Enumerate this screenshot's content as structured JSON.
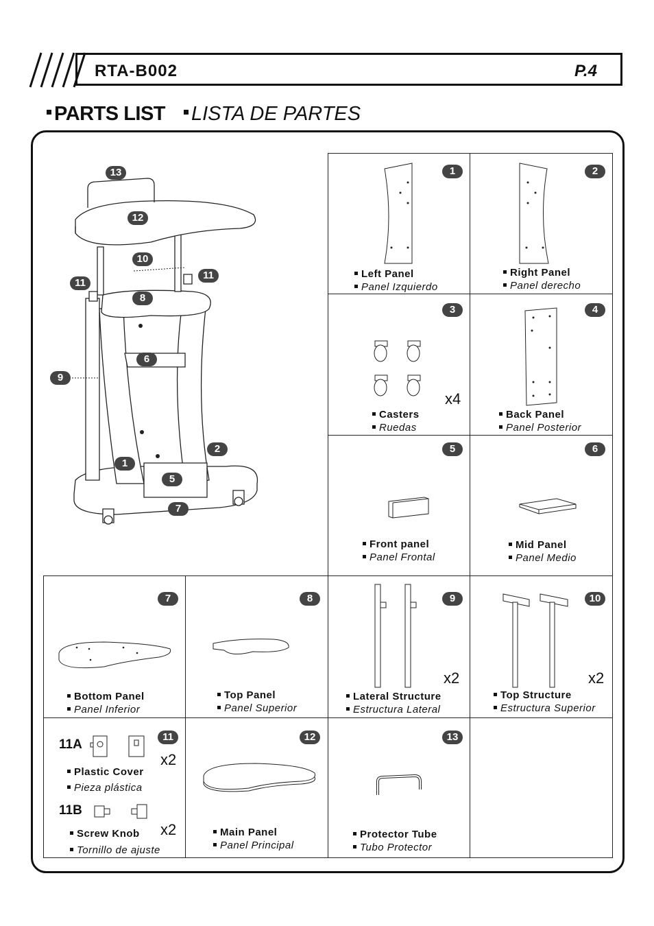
{
  "header": {
    "model": "RTA-B002",
    "page": "P.4"
  },
  "titles": {
    "en": "PARTS LIST",
    "es": "LISTA DE PARTES"
  },
  "assembly": {
    "callouts": [
      "13",
      "12",
      "10",
      "11",
      "11",
      "8",
      "6",
      "9",
      "2",
      "1",
      "5",
      "7"
    ]
  },
  "parts": [
    {
      "num": "1",
      "en": "Left Panel",
      "es": "Panel Izquierdo"
    },
    {
      "num": "2",
      "en": "Right Panel",
      "es": "Panel derecho"
    },
    {
      "num": "3",
      "en": "Casters",
      "es": "Ruedas",
      "qty": "x4"
    },
    {
      "num": "4",
      "en": "Back Panel",
      "es": "Panel Posterior"
    },
    {
      "num": "5",
      "en": "Front panel",
      "es": "Panel Frontal"
    },
    {
      "num": "6",
      "en": "Mid Panel",
      "es": "Panel Medio"
    },
    {
      "num": "7",
      "en": "Bottom Panel",
      "es": "Panel Inferior"
    },
    {
      "num": "8",
      "en": "Top Panel",
      "es": "Panel Superior"
    },
    {
      "num": "9",
      "en": "Lateral Structure",
      "es": "Estructura Lateral",
      "qty": "x2"
    },
    {
      "num": "10",
      "en": "Top Structure",
      "es": "Estructura Superior",
      "qty": "x2"
    },
    {
      "num": "11",
      "a_label": "11A",
      "en": "Plastic Cover",
      "es": "Pieza plástica",
      "qty": "x2",
      "b_label": "11B",
      "en_b": "Screw Knob",
      "es_b": "Tornillo de ajuste",
      "qty_b": "x2"
    },
    {
      "num": "12",
      "en": "Main Panel",
      "es": "Panel Principal"
    },
    {
      "num": "13",
      "en": "Protector Tube",
      "es": "Tubo Protector"
    }
  ]
}
